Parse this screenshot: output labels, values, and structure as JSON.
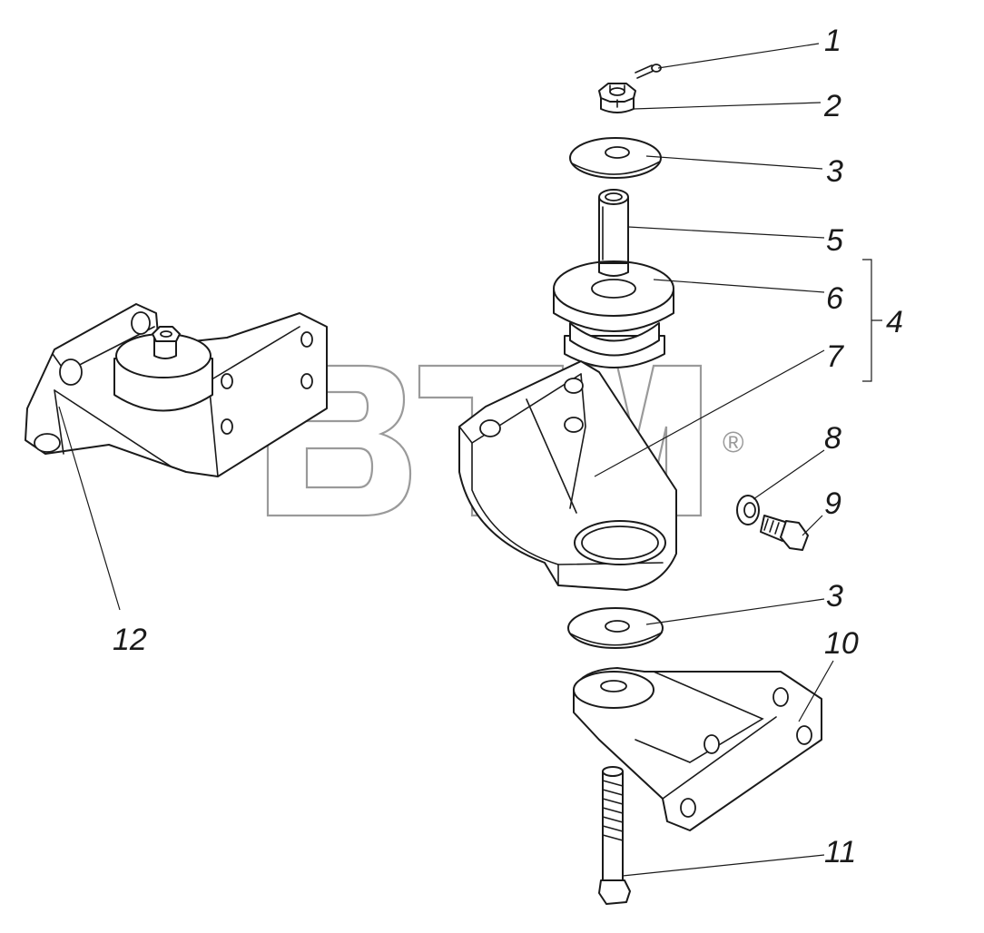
{
  "watermark": {
    "text": "BTM",
    "registered": "®",
    "color": "#9a9a9a"
  },
  "callouts": [
    {
      "id": "1",
      "label": "1"
    },
    {
      "id": "2",
      "label": "2"
    },
    {
      "id": "3a",
      "label": "3"
    },
    {
      "id": "5",
      "label": "5"
    },
    {
      "id": "6",
      "label": "6"
    },
    {
      "id": "4",
      "label": "4"
    },
    {
      "id": "7",
      "label": "7"
    },
    {
      "id": "8",
      "label": "8"
    },
    {
      "id": "9",
      "label": "9"
    },
    {
      "id": "3b",
      "label": "3"
    },
    {
      "id": "10",
      "label": "10"
    },
    {
      "id": "11",
      "label": "11"
    },
    {
      "id": "12",
      "label": "12"
    }
  ],
  "parts": [
    {
      "callout": "1",
      "icon": "cotter-pin-icon"
    },
    {
      "callout": "2",
      "icon": "castle-nut-icon"
    },
    {
      "callout": "3",
      "icon": "washer-icon"
    },
    {
      "callout": "5",
      "icon": "bushing-sleeve-icon"
    },
    {
      "callout": "6",
      "icon": "rubber-cushion-icon"
    },
    {
      "callout": "7",
      "icon": "engine-bracket-icon"
    },
    {
      "callout": "8",
      "icon": "spring-washer-icon"
    },
    {
      "callout": "9",
      "icon": "bolt-icon"
    },
    {
      "callout": "10",
      "icon": "frame-bracket-icon"
    },
    {
      "callout": "11",
      "icon": "long-bolt-icon"
    },
    {
      "callout": "12",
      "icon": "assembled-mount-icon"
    }
  ]
}
